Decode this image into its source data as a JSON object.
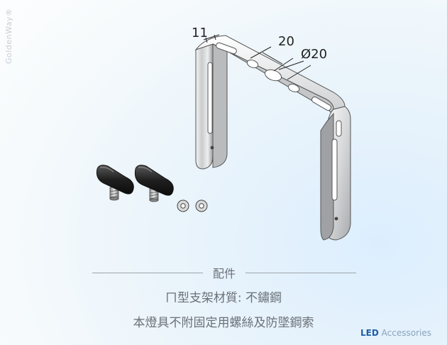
{
  "brand": {
    "vertical_text": "GoldenWay®"
  },
  "dimensions": {
    "slot_width": "11",
    "hole_spacing": "20",
    "hole_diameter": "Ø20"
  },
  "section": {
    "title": "配件"
  },
  "specs": {
    "material": "ㄇ型支架材質: 不鏽鋼",
    "note": "本燈具不附固定用螺絲及防墜鋼索"
  },
  "footer": {
    "led": "LED",
    "accessories": "Accessories"
  },
  "colors": {
    "accent": "#1f5fa8",
    "text": "#6b7077"
  }
}
